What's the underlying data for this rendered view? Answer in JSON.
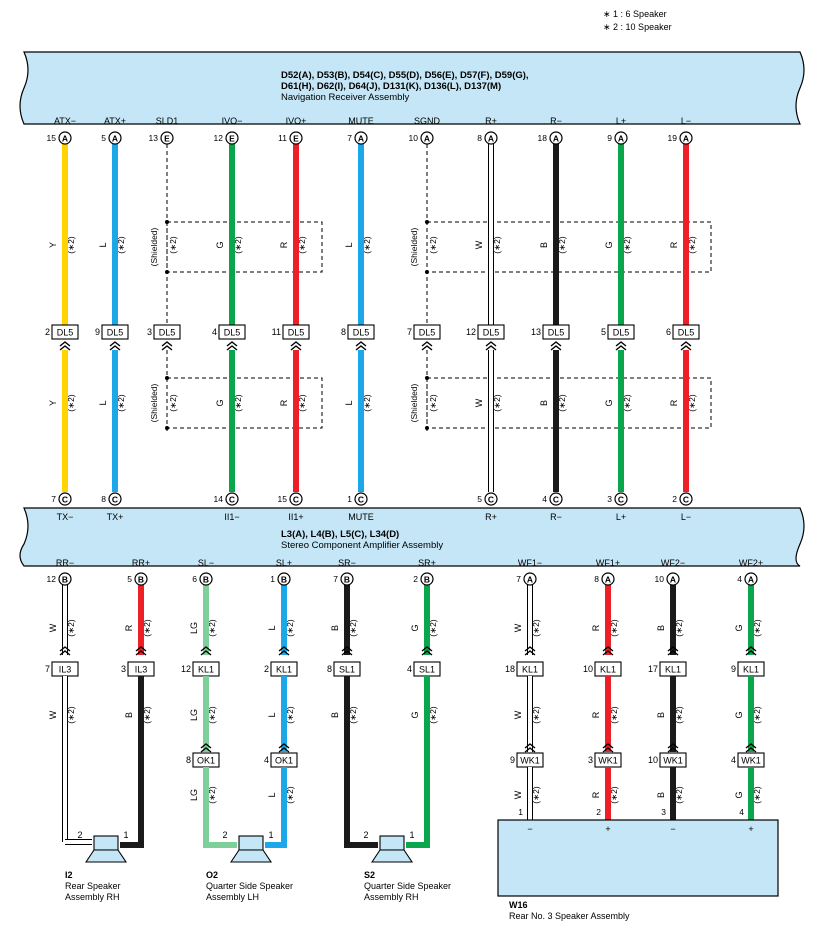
{
  "legend": [
    "∗ 1 : 6 Speaker",
    "∗ 2 : 10 Speaker"
  ],
  "nav_receiver": {
    "codes": [
      "D52(A), D53(B), D54(C), D55(D), D56(E), D57(F), D59(G),",
      "D61(H), D62(I), D64(J), D131(K), D136(L), D137(M)"
    ],
    "name": "Navigation Receiver Assembly"
  },
  "amplifier": {
    "codes": "L3(A), L4(B), L5(C), L34(D)",
    "name": "Stereo Component Amplifier Assembly"
  },
  "shielded_label": "(Shielded)",
  "note_label": "(∗2)",
  "top_wires": [
    {
      "id": "atx-minus",
      "top_pin": "ATX−",
      "top_num": "15",
      "top_conn": "A",
      "color": "#ffd400",
      "letter": "Y",
      "mid_num": "2",
      "mid_conn": "DL5",
      "bot_num": "7",
      "bot_conn": "C",
      "bot_pin": "TX−",
      "shield": false
    },
    {
      "id": "atx-plus",
      "top_pin": "ATX+",
      "top_num": "5",
      "top_conn": "A",
      "color": "#1ba7e8",
      "letter": "L",
      "mid_num": "9",
      "mid_conn": "DL5",
      "bot_num": "8",
      "bot_conn": "C",
      "bot_pin": "TX+",
      "shield": false
    },
    {
      "id": "sld1",
      "top_pin": "SLD1",
      "top_num": "13",
      "top_conn": "E",
      "color": "dashed",
      "letter": "",
      "mid_num": "3",
      "mid_conn": "DL5",
      "bot_num": "",
      "bot_conn": "",
      "bot_pin": "",
      "shield": true
    },
    {
      "id": "ivo-minus",
      "top_pin": "IVO−",
      "top_num": "12",
      "top_conn": "E",
      "color": "#0aa64b",
      "letter": "G",
      "mid_num": "4",
      "mid_conn": "DL5",
      "bot_num": "14",
      "bot_conn": "C",
      "bot_pin": "II1−",
      "shield": false
    },
    {
      "id": "ivo-plus",
      "top_pin": "IVO+",
      "top_num": "11",
      "top_conn": "E",
      "color": "#ee2027",
      "letter": "R",
      "mid_num": "11",
      "mid_conn": "DL5",
      "bot_num": "15",
      "bot_conn": "C",
      "bot_pin": "II1+",
      "shield": false
    },
    {
      "id": "mute",
      "top_pin": "MUTE",
      "top_num": "7",
      "top_conn": "A",
      "color": "#1ba7e8",
      "letter": "L",
      "mid_num": "8",
      "mid_conn": "DL5",
      "bot_num": "1",
      "bot_conn": "C",
      "bot_pin": "MUTE",
      "shield": false
    },
    {
      "id": "sgnd",
      "top_pin": "SGND",
      "top_num": "10",
      "top_conn": "A",
      "color": "dashed",
      "letter": "",
      "mid_num": "7",
      "mid_conn": "DL5",
      "bot_num": "",
      "bot_conn": "",
      "bot_pin": "",
      "shield": true
    },
    {
      "id": "r-plus",
      "top_pin": "R+",
      "top_num": "8",
      "top_conn": "A",
      "color": "white",
      "letter": "W",
      "mid_num": "12",
      "mid_conn": "DL5",
      "bot_num": "5",
      "bot_conn": "C",
      "bot_pin": "R+",
      "shield": false
    },
    {
      "id": "r-minus",
      "top_pin": "R−",
      "top_num": "18",
      "top_conn": "A",
      "color": "#1a1a1a",
      "letter": "B",
      "mid_num": "13",
      "mid_conn": "DL5",
      "bot_num": "4",
      "bot_conn": "C",
      "bot_pin": "R−",
      "shield": false
    },
    {
      "id": "l-plus",
      "top_pin": "L+",
      "top_num": "9",
      "top_conn": "A",
      "color": "#0aa64b",
      "letter": "G",
      "mid_num": "5",
      "mid_conn": "DL5",
      "bot_num": "3",
      "bot_conn": "C",
      "bot_pin": "L+",
      "shield": false
    },
    {
      "id": "l-minus",
      "top_pin": "L−",
      "top_num": "19",
      "top_conn": "A",
      "color": "#ee2027",
      "letter": "R",
      "mid_num": "6",
      "mid_conn": "DL5",
      "bot_num": "2",
      "bot_conn": "C",
      "bot_pin": "L−",
      "shield": false
    }
  ],
  "bottom_wires": [
    {
      "id": "rr-minus",
      "pin": "RR−",
      "num": "12",
      "conn": "B",
      "color": "white",
      "letter": "W",
      "j1_num": "7",
      "j1_conn": "IL3",
      "j2_num": "",
      "j2_conn": "",
      "spk_pin": "2"
    },
    {
      "id": "rr-plus",
      "pin": "RR+",
      "num": "5",
      "conn": "B",
      "color": "#ee2027",
      "letter": "R",
      "j1_num": "3",
      "j1_conn": "IL3",
      "j2_num": "",
      "j2_conn": "",
      "spk_pin": "1",
      "lower_color": "#1a1a1a",
      "lower_letter": "B"
    },
    {
      "id": "sl-minus",
      "pin": "SL−",
      "num": "6",
      "conn": "B",
      "color": "#7fcf9a",
      "letter": "LG",
      "j1_num": "12",
      "j1_conn": "KL1",
      "j2_num": "8",
      "j2_conn": "OK1",
      "spk_pin": "2"
    },
    {
      "id": "sl-plus",
      "pin": "SL+",
      "num": "1",
      "conn": "B",
      "color": "#1ba7e8",
      "letter": "L",
      "j1_num": "2",
      "j1_conn": "KL1",
      "j2_num": "4",
      "j2_conn": "OK1",
      "spk_pin": "1"
    },
    {
      "id": "sr-minus",
      "pin": "SR−",
      "num": "7",
      "conn": "B",
      "color": "#1a1a1a",
      "letter": "B",
      "j1_num": "8",
      "j1_conn": "SL1",
      "j2_num": "",
      "j2_conn": "",
      "spk_pin": "2"
    },
    {
      "id": "sr-plus",
      "pin": "SR+",
      "num": "2",
      "conn": "B",
      "color": "#0aa64b",
      "letter": "G",
      "j1_num": "4",
      "j1_conn": "SL1",
      "j2_num": "",
      "j2_conn": "",
      "spk_pin": "1"
    },
    {
      "id": "wf1-minus",
      "pin": "WF1−",
      "num": "7",
      "conn": "A",
      "color": "white",
      "letter": "W",
      "j1_num": "18",
      "j1_conn": "KL1",
      "j2_num": "9",
      "j2_conn": "WK1",
      "spk_pin": "1"
    },
    {
      "id": "wf1-plus",
      "pin": "WF1+",
      "num": "8",
      "conn": "A",
      "color": "#ee2027",
      "letter": "R",
      "j1_num": "10",
      "j1_conn": "KL1",
      "j2_num": "3",
      "j2_conn": "WK1",
      "spk_pin": "2"
    },
    {
      "id": "wf2-minus",
      "pin": "WF2−",
      "num": "10",
      "conn": "A",
      "color": "#1a1a1a",
      "letter": "B",
      "j1_num": "17",
      "j1_conn": "KL1",
      "j2_num": "10",
      "j2_conn": "WK1",
      "spk_pin": "3"
    },
    {
      "id": "wf2-plus",
      "pin": "WF2+",
      "num": "4",
      "conn": "A",
      "color": "#0aa64b",
      "letter": "G",
      "j1_num": "9",
      "j1_conn": "KL1",
      "j2_num": "4",
      "j2_conn": "WK1",
      "spk_pin": "4"
    }
  ],
  "speakers": [
    {
      "code": "I2",
      "line1": "Rear Speaker",
      "line2": "Assembly RH"
    },
    {
      "code": "O2",
      "line1": "Quarter Side Speaker",
      "line2": "Assembly LH"
    },
    {
      "code": "S2",
      "line1": "Quarter Side Speaker",
      "line2": "Assembly RH"
    }
  ],
  "w16": {
    "code": "W16",
    "name": "Rear No.  3 Speaker Assembly",
    "terminals": [
      "−",
      "+",
      "−",
      "+"
    ]
  },
  "colors": {
    "panel_fill": "#c5e6f6",
    "yellow": "#ffd400",
    "blue": "#1ba7e8",
    "green": "#0aa64b",
    "red": "#ee2027",
    "black": "#1a1a1a",
    "light_green": "#7fcf9a"
  }
}
